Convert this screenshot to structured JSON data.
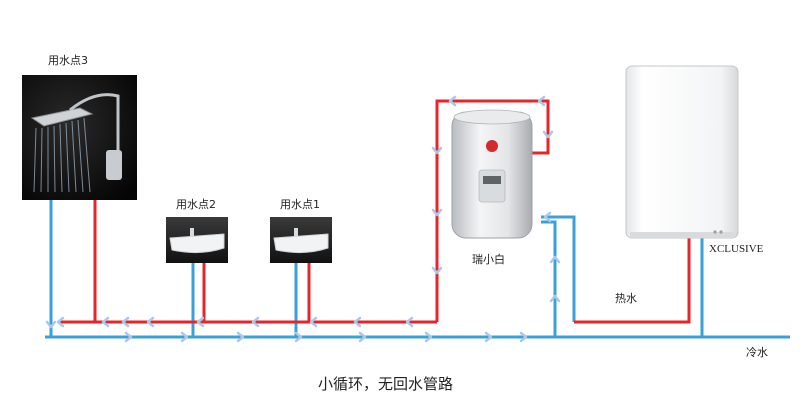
{
  "diagram": {
    "fixtures": {
      "point3": "用水点3",
      "point2": "用水点2",
      "point1": "用水点1"
    },
    "tank_label": "瑞小白",
    "boiler_label": "XCLUSIVE",
    "hot_label": "热水",
    "cold_label": "冷水",
    "caption": "小循环，无回水管路",
    "colors": {
      "hot_pipe": "#e8242a",
      "cold_pipe": "#3aa0d8",
      "arrow": "#a9c8ea"
    }
  }
}
